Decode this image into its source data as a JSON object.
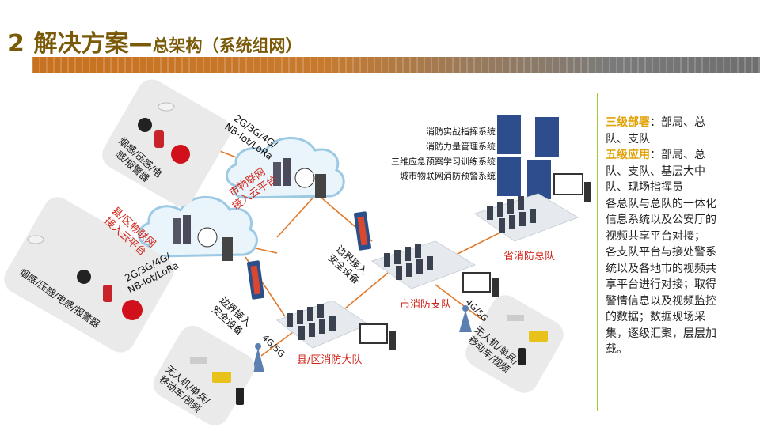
{
  "title": {
    "number": "2",
    "main": "解决方案—",
    "sub": "总架构（系统组网）"
  },
  "labels": {
    "sensor_top": "烟感/压感/电\n感/报警器",
    "sensor_left": "烟感/压感/电感/报警器",
    "net_top": "2G/3G/4G/\nNB-Iot/LoRa",
    "net_left": "2G/3G/4G/\nNB-Iot/LoRa",
    "city_cloud": "市物联网\n接入云平台",
    "county_cloud": "县/区物联网\n接入云平台",
    "border_device_right": "边界接入\n安全设备",
    "border_device_left": "边界接入\n安全设备",
    "provincial": "省消防总队",
    "city_branch": "市消防支队",
    "county_branch": "县/区消防大队",
    "g45_left": "4G/5G",
    "g45_right": "4G/5G",
    "mobile_left": "无人机/单兵/\n移动车/视频",
    "mobile_right": "无人机/单兵/\n移动车/视频"
  },
  "systems": [
    "消防实战指挥系统",
    "消防力量管理系统",
    "三维应急预案学习训练系统",
    "城市物联网消防预警系统"
  ],
  "right_panel": {
    "h1": "三级部署",
    "t1": "：部局、总队、支队",
    "h2": "五级应用",
    "t2": "：部局、总队、支队、基层大中队、现场指挥员",
    "p1": "各总队与总队的一体化信息系统以及公安厅的视频共享平台对接；",
    "p2": "各支队平台与接处警系统以及各地市的视频共享平台进行对接；取得警情信息以及视频监控的数据；数据现场采集，逐级汇聚，层层加载。"
  },
  "colors": {
    "title": "#7a5a08",
    "accent_red": "#d0251b",
    "highlight": "#e0a000",
    "divider": "#9ccc3a",
    "link_line": "#e07a2a"
  }
}
